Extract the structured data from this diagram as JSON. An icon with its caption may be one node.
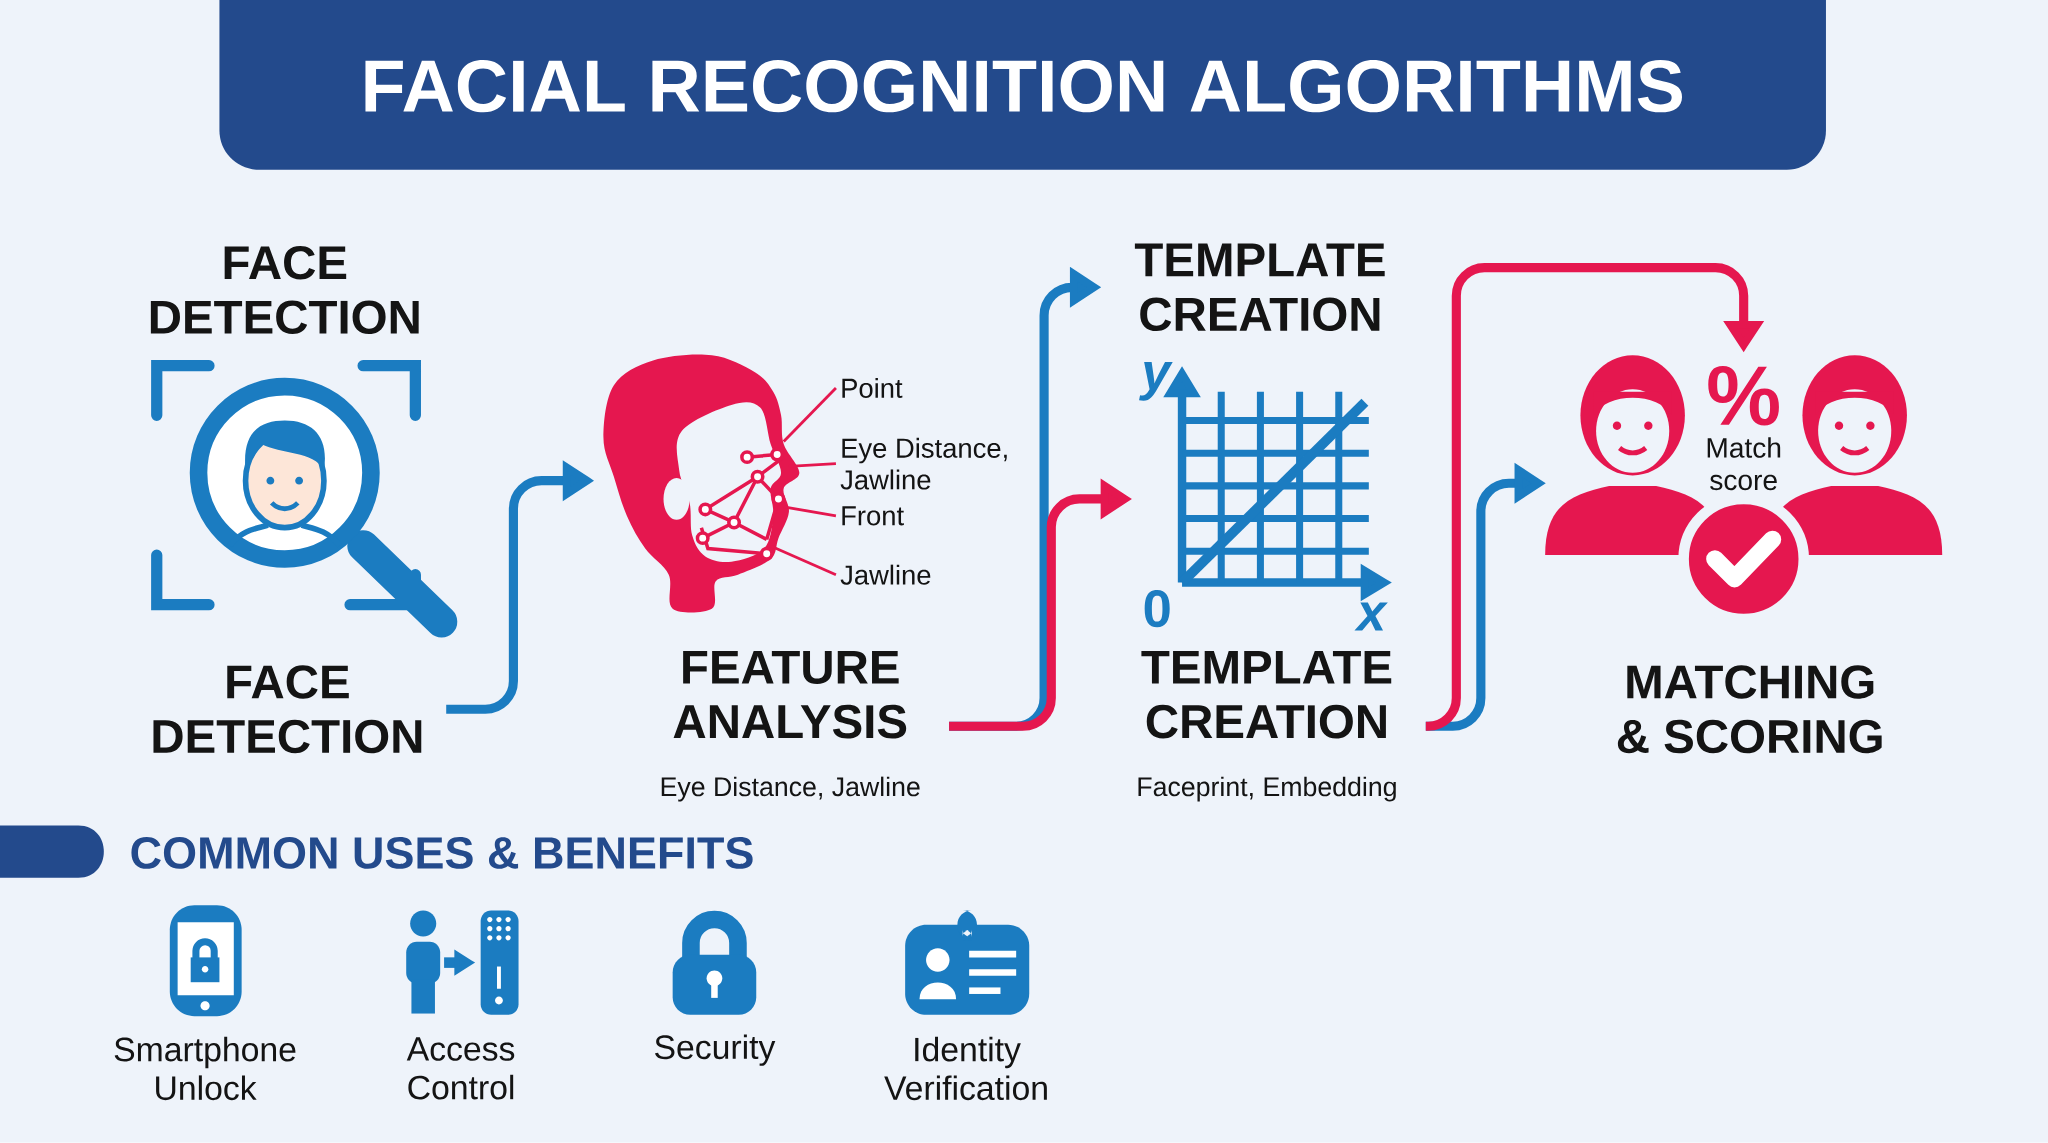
{
  "diagram": {
    "title": "FACIAL RECOGNITION ALGORITHMS",
    "nodes": [
      {
        "text": [
          "FACE DETECTION"
        ]
      },
      {
        "text": [],
        "shape": "picture"
      },
      {
        "text": [
          "FACE DETECTION"
        ]
      },
      {
        "text": [],
        "shape": "picture"
      },
      {
        "text": [
          "Point"
        ]
      },
      {
        "text": [
          "Eye Distance, Jawline"
        ]
      },
      {
        "text": [
          "Front"
        ]
      },
      {
        "text": [
          "Jawline"
        ]
      },
      {
        "text": [
          "FEATURE ANALYSIS",
          "Eye Distance, Jawline"
        ]
      },
      {
        "text": [
          "TEMPLATE CREATION"
        ]
      },
      {
        "text": [],
        "shape": "picture"
      },
      {
        "text": [
          "TEMPLATE CREATION",
          "Faceprint, Embedding"
        ]
      },
      {
        "text": [],
        "shape": "picture"
      },
      {
        "text": [
          "MATCHING & SCORING"
        ]
      }
    ],
    "edges": [
      {
        "from": 2,
        "to": 3,
        "arrow": "to",
        "color": "#1b7cc1"
      },
      {
        "from": 8,
        "to": 10,
        "arrow": "to"
      },
      {
        "from": 8,
        "to": 9,
        "arrow": "to",
        "color": "#1b7cc1"
      },
      {
        "from": 11,
        "to": 12,
        "arrow": "to",
        "color": "#1b7cc1"
      },
      {
        "from": 11,
        "to": 12,
        "arrow": "to"
      },
      {
        "from": 4,
        "to": 3,
        "arrow": "none"
      },
      {
        "from": 5,
        "to": 3,
        "arrow": "none"
      },
      {
        "from": 6,
        "to": 3,
        "arrow": "none"
      },
      {
        "from": 7,
        "to": 3,
        "arrow": "none"
      }
    ],
    "labels": [
      "y",
      "0",
      "x",
      "%",
      "Match score",
      "COMMON USES & BENEFITS",
      "Smartphone Unlock",
      "Access Control",
      "Security",
      "Identity Verification"
    ]
  }
}
